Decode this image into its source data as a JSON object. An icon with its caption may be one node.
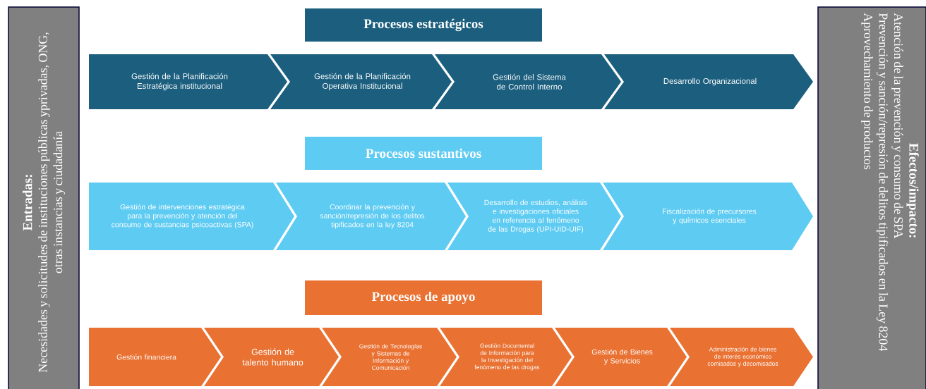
{
  "diagram": {
    "nodes": [
      {
        "text": [
          "Entradas:",
          "Necesidades y solicitudes de instituciones públicas yprivadas, ONG, otras instancias y ciudadanía"
        ]
      },
      {
        "text": [
          "Procesos estratégicos"
        ]
      },
      {
        "text": [
          "Gestión de la Planificación Estratégica institucional"
        ]
      },
      {
        "text": [
          "Gestión de la Planificación Operativa Institucional"
        ]
      },
      {
        "text": [
          "Gestión del Sistema de Control Interno"
        ]
      },
      {
        "text": [
          "Desarrollo Organizacional"
        ]
      },
      {
        "text": [
          "Procesos sustantivos"
        ]
      },
      {
        "text": [
          "Gestión de intervenciones estratégica para la prevención y atención del consumo de sustancias psicoactivas (SPA)"
        ]
      },
      {
        "text": [
          "Coordinar la prevención y sanción/represión de los delitos tipificados en la ley 8204"
        ]
      },
      {
        "text": [
          "Desarrollo de estudios, análisis e investigaciones oficiales en referencia al fenómeno de las Drogas (UPI-UID-UIF)"
        ]
      },
      {
        "text": [
          "Fiscalización de precursores y químicos esenciales"
        ]
      },
      {
        "text": [
          "Procesos de apoyo"
        ]
      },
      {
        "text": [
          "Gestión financiera"
        ]
      },
      {
        "text": [
          "Gestión de talento humano"
        ]
      },
      {
        "text": [
          "Gestión de Tecnologías y Sistemas de Información y Comunicación"
        ]
      },
      {
        "text": [
          "Gestión Documental de Información para la Investigación del fenómeno de las drogas"
        ]
      },
      {
        "text": [
          "Gestión de Bienes y Servicios"
        ]
      },
      {
        "text": [
          "Administración de bienes de interés económico comisados y decomisados"
        ]
      },
      {
        "text": [
          "Efectos/impacto:",
          "Atención de la prevención y  consumo de SPA",
          "Prevención y sanción/represión de delitos tipificados en la Ley 8204",
          "Aprovechamiento de productos"
        ]
      }
    ]
  }
}
